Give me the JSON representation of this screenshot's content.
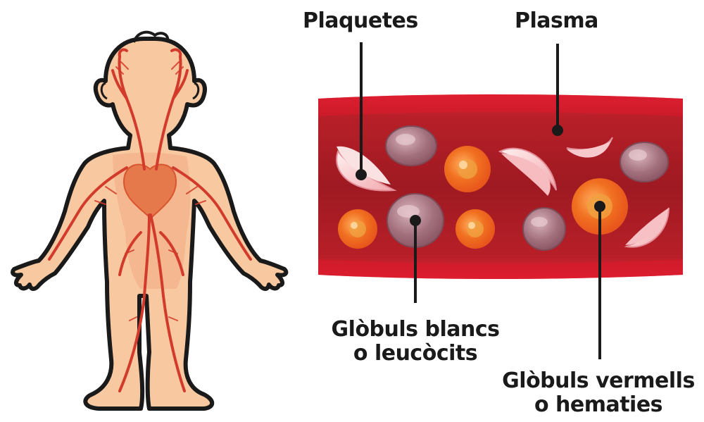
{
  "labels": {
    "platelets": "Plaquetes",
    "plasma": "Plasma",
    "white_cells_line1": "Glòbuls blancs",
    "white_cells_line2": "o leucòcits",
    "red_cells_line1": "Glòbuls vermells",
    "red_cells_line2": "o hematies"
  },
  "colors": {
    "vessel_outer": "#d8192c",
    "vessel_inner": "#a51d23",
    "skin": "#f8c9a0",
    "vein": "#d23b2b",
    "red_cell": "#ef6c1f",
    "white_cell": "#9e6a78",
    "platelet": "#f6c7c7",
    "leader_line": "#1a1a1a"
  }
}
